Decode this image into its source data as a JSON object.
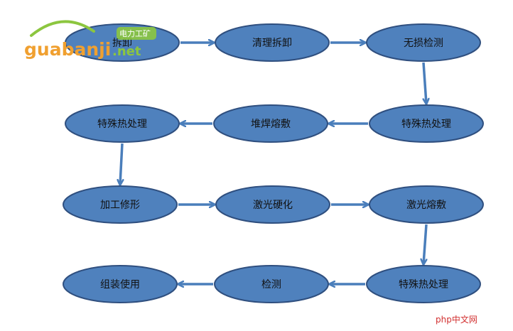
{
  "nodes": [
    {
      "id": "n1",
      "label": "拆卸"
    },
    {
      "id": "n2",
      "label": "清理拆卸"
    },
    {
      "id": "n3",
      "label": "无损检测"
    },
    {
      "id": "n4",
      "label": "特殊热处理"
    },
    {
      "id": "n5",
      "label": "堆焊熔敷"
    },
    {
      "id": "n6",
      "label": "特殊热处理"
    },
    {
      "id": "n7",
      "label": "加工修形"
    },
    {
      "id": "n8",
      "label": "激光硬化"
    },
    {
      "id": "n9",
      "label": "激光熔敷"
    },
    {
      "id": "n10",
      "label": "特殊热处理"
    },
    {
      "id": "n11",
      "label": "检测"
    },
    {
      "id": "n12",
      "label": "组装使用"
    }
  ],
  "edges": [
    {
      "from": "n1",
      "to": "n2"
    },
    {
      "from": "n2",
      "to": "n3"
    },
    {
      "from": "n3",
      "to": "n4"
    },
    {
      "from": "n4",
      "to": "n5"
    },
    {
      "from": "n5",
      "to": "n6"
    },
    {
      "from": "n6",
      "to": "n7"
    },
    {
      "from": "n7",
      "to": "n8"
    },
    {
      "from": "n8",
      "to": "n9"
    },
    {
      "from": "n9",
      "to": "n10"
    },
    {
      "from": "n10",
      "to": "n11"
    },
    {
      "from": "n11",
      "to": "n12"
    }
  ],
  "watermark": {
    "main": "guabanji",
    "suffix": ".net",
    "badge": "电力工矿",
    "main_color": "#f0a030",
    "suffix_color": "#8cc63f"
  },
  "corner_logo": {
    "text": "php中文网",
    "color": "#d23030"
  },
  "colors": {
    "node_fill": "#4f81bd",
    "node_stroke": "#2f4f7f",
    "arrow": "#4a7ebb"
  }
}
